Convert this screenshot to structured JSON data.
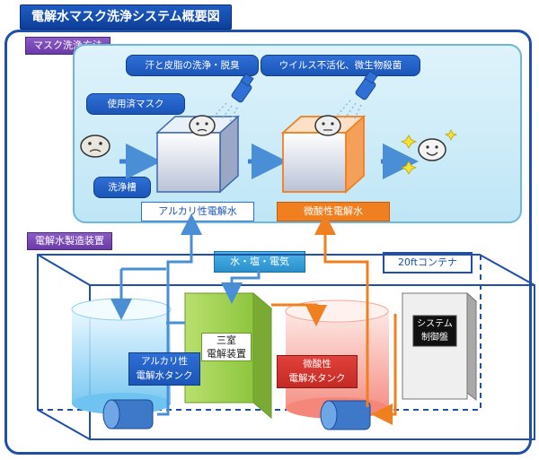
{
  "title": "電解水マスク洗浄システム概要図",
  "sections": {
    "wash_method": "マスク洗浄方法",
    "generator": "電解水製造装置"
  },
  "callouts": {
    "used_mask": "使用済マスク",
    "sweat": "汗と皮脂の洗浄・脱臭",
    "virus": "ウイルス不活化、微生物殺菌",
    "tank": "洗浄槽"
  },
  "water": {
    "alkaline": "アルカリ性電解水",
    "acidic": "微酸性電解水"
  },
  "inputs": "水・塩・電気",
  "container": "20ftコンテナ",
  "tanks": {
    "alkaline_line1": "アルカリ性",
    "alkaline_line2": "電解水タンク",
    "acidic_line1": "微酸性",
    "acidic_line2": "電解水タンク"
  },
  "device": {
    "line1": "三室",
    "line2": "電解装置"
  },
  "control": {
    "line1": "システム",
    "line2": "制御盤"
  },
  "colors": {
    "blue": "#2f6fd6",
    "orange": "#f07f1f",
    "green": "#8dc63f",
    "purple": "#7a4bb8"
  }
}
